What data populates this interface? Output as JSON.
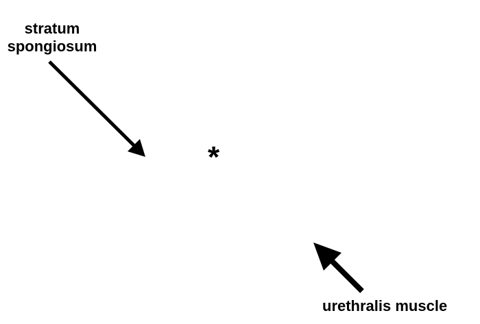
{
  "labels": {
    "top_line1": "stratum",
    "top_line2": "spongiosum",
    "bottom": "urethralis muscle",
    "marker": "*"
  },
  "colors": {
    "text": "#000000",
    "arrow": "#000000",
    "background": "#ffffff"
  }
}
